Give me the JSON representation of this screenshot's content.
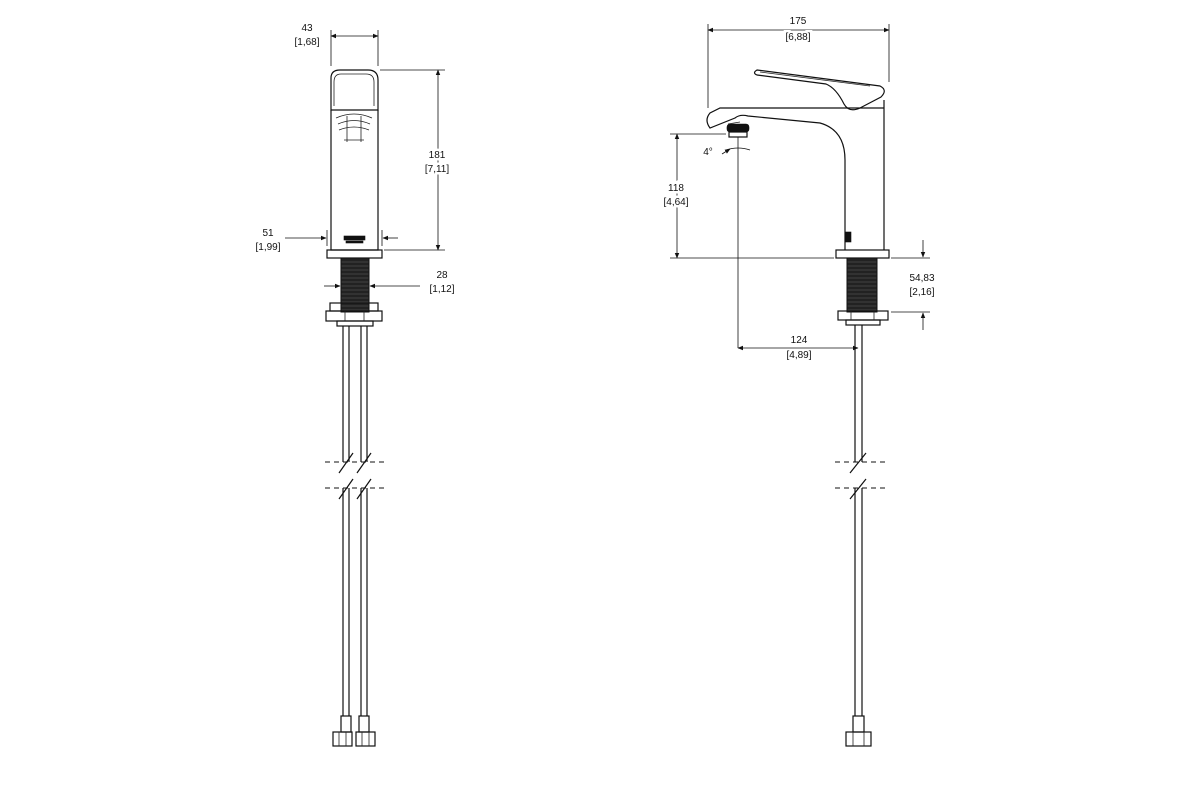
{
  "colors": {
    "line": "#111111",
    "background": "#ffffff"
  },
  "front_view": {
    "width_top": {
      "value": "43",
      "inch": "[1,68]"
    },
    "height": {
      "value": "181",
      "inch": "[7,11]"
    },
    "base_width": {
      "value": "51",
      "inch": "[1,99]"
    },
    "shank": {
      "value": "28",
      "inch": "[1,12]"
    }
  },
  "side_view": {
    "overall_depth": {
      "value": "175",
      "inch": "[6,88]"
    },
    "spout_height": {
      "value": "118",
      "inch": "[4,64]"
    },
    "angle": {
      "value": "4°"
    },
    "shank_length": {
      "value": "54,83",
      "inch": "[2,16]"
    },
    "reach": {
      "value": "124",
      "inch": "[4,89]"
    }
  }
}
